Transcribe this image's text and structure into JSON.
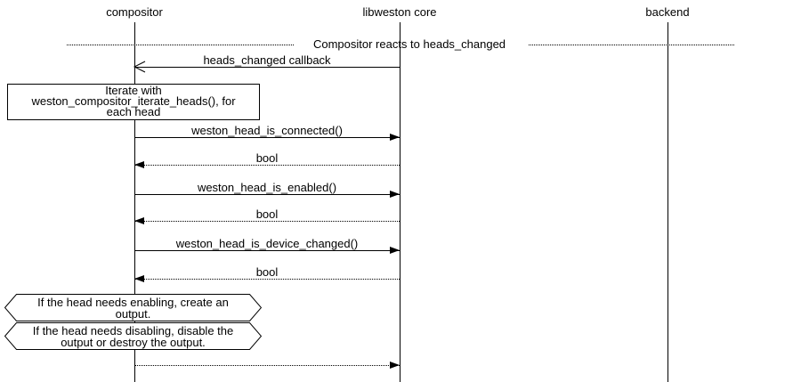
{
  "diagram": {
    "type": "uml-sequence-diagram",
    "colors": {
      "line": "#000000",
      "background": "#ffffff",
      "text": "#000000"
    },
    "lifelines": [
      {
        "label": "compositor"
      },
      {
        "label": "libweston core"
      },
      {
        "label": "backend"
      }
    ],
    "divider": {
      "label": "Compositor reacts to heads_changed"
    },
    "messages": [
      {
        "from": "libweston core",
        "to": "compositor",
        "label": "heads_changed callback",
        "line": "solid",
        "arrow": "open"
      },
      {
        "from": "compositor",
        "to": "libweston core",
        "label": "weston_head_is_connected()",
        "line": "solid",
        "arrow": "filled"
      },
      {
        "from": "libweston core",
        "to": "compositor",
        "label": "bool",
        "line": "dotted",
        "arrow": "filled"
      },
      {
        "from": "compositor",
        "to": "libweston core",
        "label": "weston_head_is_enabled()",
        "line": "solid",
        "arrow": "filled"
      },
      {
        "from": "libweston core",
        "to": "compositor",
        "label": "bool",
        "line": "dotted",
        "arrow": "filled"
      },
      {
        "from": "compositor",
        "to": "libweston core",
        "label": "weston_head_is_device_changed()",
        "line": "solid",
        "arrow": "filled"
      },
      {
        "from": "libweston core",
        "to": "compositor",
        "label": "bool",
        "line": "dotted",
        "arrow": "filled"
      },
      {
        "from": "compositor",
        "to": "libweston core",
        "label": "",
        "line": "dotted",
        "arrow": "filled"
      }
    ],
    "note": {
      "lines": [
        "Iterate with",
        "weston_compositor_iterate_heads(), for",
        "each head"
      ]
    },
    "conditions": [
      {
        "lines": [
          "If the head needs enabling, create an",
          "output."
        ]
      },
      {
        "lines": [
          "If the head needs disabling, disable the",
          "output or destroy the output."
        ]
      }
    ]
  }
}
